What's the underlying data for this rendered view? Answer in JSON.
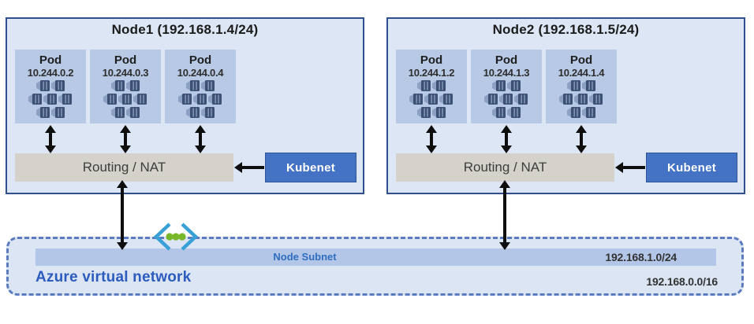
{
  "nodes": [
    {
      "title": "Node1 (192.168.1.4/24)",
      "pods": [
        {
          "label": "Pod",
          "ip": "10.244.0.2"
        },
        {
          "label": "Pod",
          "ip": "10.244.0.3"
        },
        {
          "label": "Pod",
          "ip": "10.244.0.4"
        }
      ],
      "routing_label": "Routing / NAT",
      "kubenet_label": "Kubenet"
    },
    {
      "title": "Node2 (192.168.1.5/24)",
      "pods": [
        {
          "label": "Pod",
          "ip": "10.244.1.2"
        },
        {
          "label": "Pod",
          "ip": "10.244.1.3"
        },
        {
          "label": "Pod",
          "ip": "10.244.1.4"
        }
      ],
      "routing_label": "Routing / NAT",
      "kubenet_label": "Kubenet"
    }
  ],
  "virtual_network": {
    "label": "Azure virtual network",
    "subnet_label": "Node Subnet",
    "subnet_cidr": "192.168.1.0/24",
    "vnet_cidr": "192.168.0.0/16"
  },
  "icons": {
    "pod": "pod-containers-icon",
    "virtual_network": "vnet-brackets-icon"
  },
  "colors": {
    "node_fill": "#dde6f4",
    "node_border": "#2f4f8f",
    "pod_fill": "#b7c9e5",
    "pod_icon": "#3d5174",
    "routing_fill": "#d5d2cb",
    "kubenet_fill": "#4472c4",
    "kubenet_text": "#ffffff",
    "vnet_fill": "#dce5f4",
    "vnet_border": "#5a7bbd",
    "subnet_bar_fill": "#b3c6e7",
    "subnet_label_text": "#2e6dc0",
    "vnet_label_text": "#2b5cbe",
    "arrow": "#0e0e0e",
    "vnet_icon_bracket": "#38a0d6",
    "vnet_icon_dot": "#76b82a"
  }
}
